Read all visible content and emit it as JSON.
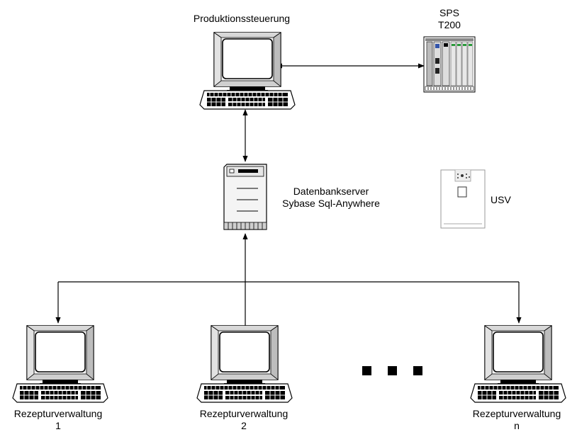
{
  "nodes": {
    "production": {
      "label": "Produktionssteuerung"
    },
    "plc": {
      "label_line1": "SPS",
      "label_line2": "T200"
    },
    "db_server": {
      "label_line1": "Datenbankserver",
      "label_line2": "Sybase Sql-Anywhere"
    },
    "ups": {
      "label": "USV"
    },
    "client1": {
      "label_line1": "Rezepturverwaltung",
      "label_line2": "1"
    },
    "client2": {
      "label_line1": "Rezepturverwaltung",
      "label_line2": "2"
    },
    "clientn": {
      "label_line1": "Rezepturverwaltung",
      "label_line2": "n"
    }
  }
}
